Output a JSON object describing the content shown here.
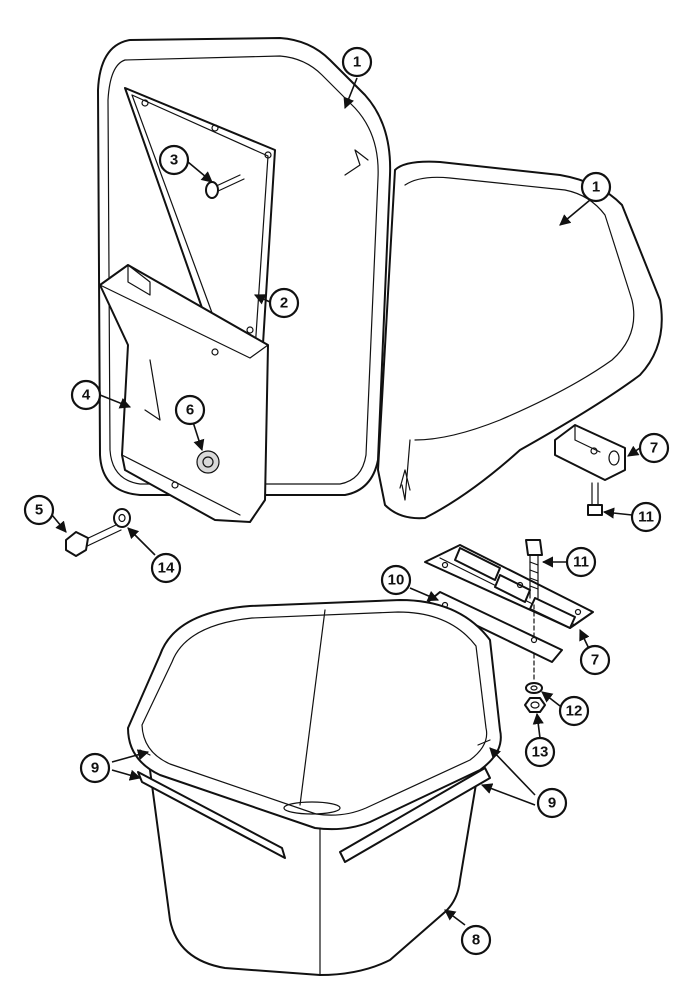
{
  "callouts": [
    {
      "id": "c1a",
      "label": "1"
    },
    {
      "id": "c1b",
      "label": "1"
    },
    {
      "id": "c2",
      "label": "2"
    },
    {
      "id": "c3",
      "label": "3"
    },
    {
      "id": "c4",
      "label": "4"
    },
    {
      "id": "c5",
      "label": "5"
    },
    {
      "id": "c6",
      "label": "6"
    },
    {
      "id": "c7a",
      "label": "7"
    },
    {
      "id": "c7b",
      "label": "7"
    },
    {
      "id": "c8",
      "label": "8"
    },
    {
      "id": "c9a",
      "label": "9"
    },
    {
      "id": "c9b",
      "label": "9"
    },
    {
      "id": "c10",
      "label": "10"
    },
    {
      "id": "c11a",
      "label": "11"
    },
    {
      "id": "c11b",
      "label": "11"
    },
    {
      "id": "c12",
      "label": "12"
    },
    {
      "id": "c13",
      "label": "13"
    },
    {
      "id": "c14",
      "label": "14"
    }
  ]
}
